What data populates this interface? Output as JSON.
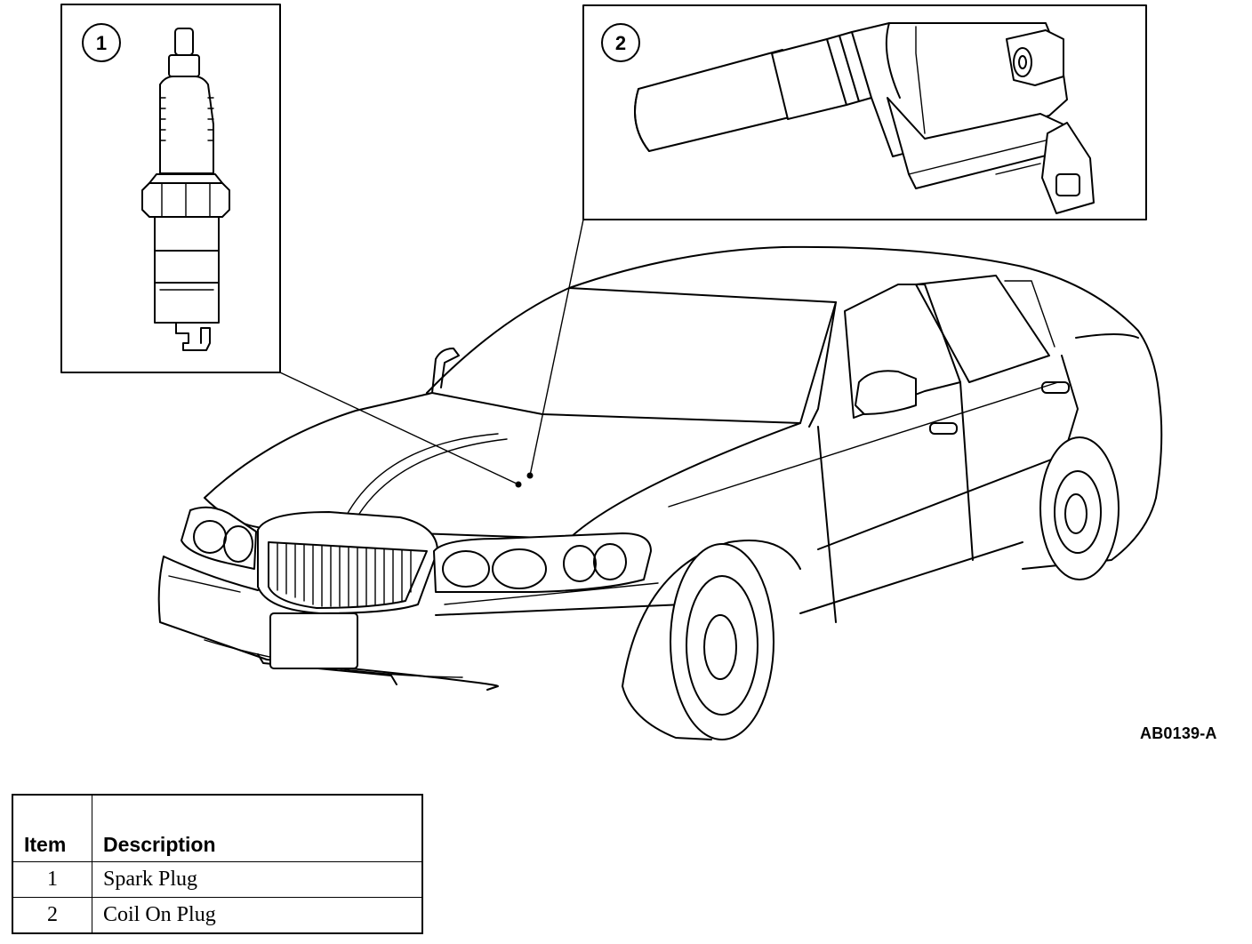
{
  "figure": {
    "id": "AB0139-A",
    "callouts": [
      {
        "number": "1"
      },
      {
        "number": "2"
      }
    ],
    "icons": [
      "spark-plug-illustration",
      "coil-on-plug-illustration",
      "vehicle-illustration"
    ]
  },
  "legend": {
    "headers": {
      "item": "Item",
      "description": "Description"
    },
    "rows": [
      {
        "item": "1",
        "description": "Spark Plug"
      },
      {
        "item": "2",
        "description": "Coil On Plug"
      }
    ]
  }
}
